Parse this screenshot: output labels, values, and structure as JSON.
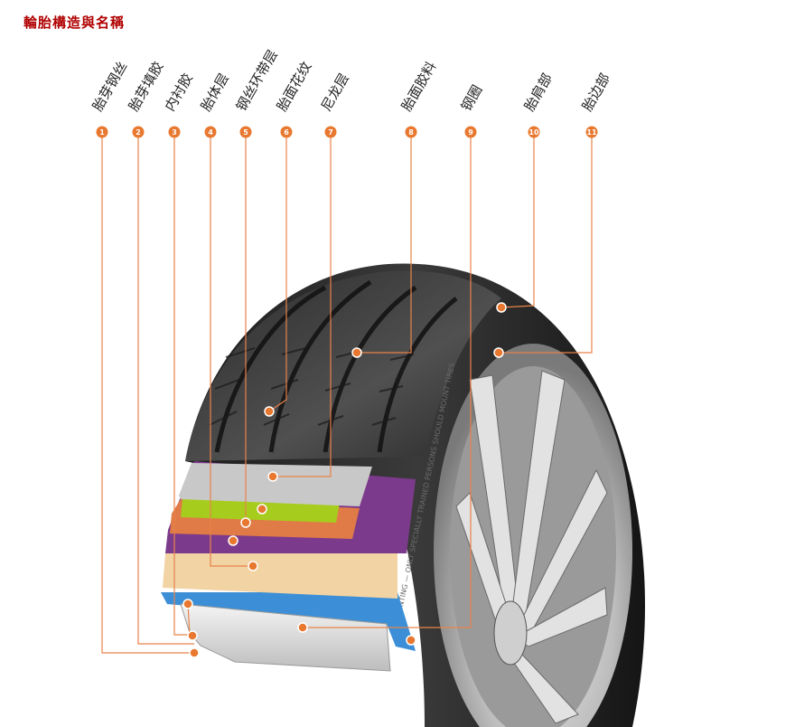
{
  "title": "輪胎構造與名稱",
  "labels": [
    {
      "n": "1",
      "text": "胎芽钢丝"
    },
    {
      "n": "2",
      "text": "胎芽填胶"
    },
    {
      "n": "3",
      "text": "内衬胶"
    },
    {
      "n": "4",
      "text": "胎体层"
    },
    {
      "n": "5",
      "text": "钢丝环带层"
    },
    {
      "n": "6",
      "text": "胎面花纹"
    },
    {
      "n": "7",
      "text": "尼龙层"
    },
    {
      "n": "8",
      "text": "胎面胶料"
    },
    {
      "n": "9",
      "text": "钢圈"
    },
    {
      "n": "10",
      "text": "胎肩部"
    },
    {
      "n": "11",
      "text": "胎边部"
    }
  ],
  "sidewall_text": "MOUNTING — ONLY SPECIALLY TRAINED PERSONS SHOULD MOUNT TIRES",
  "colors": {
    "accent": "#e8782f",
    "title": "#b00000",
    "nylon_layer": "#c8c8c8",
    "belt_green": "#a6cc1e",
    "belt_orange": "#e07a46",
    "carcass_purple": "#7c3a8c",
    "filler_beige": "#f2d3a4",
    "inner_liner_blue": "#3c8fd6"
  }
}
